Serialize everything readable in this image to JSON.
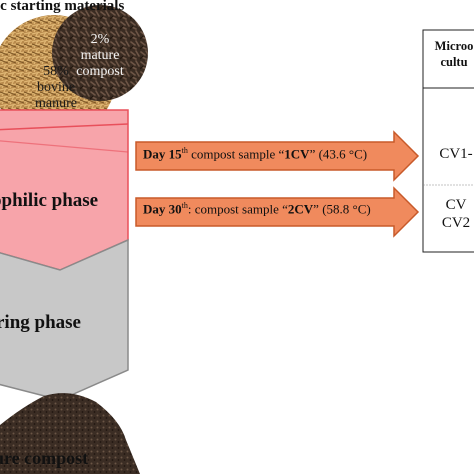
{
  "title": "ic starting materials",
  "materials": {
    "left": {
      "line1": "58%",
      "line2": "bovine",
      "line3": "manure"
    },
    "right": {
      "line1": "2%",
      "line2": "mature",
      "line3": "compost"
    }
  },
  "phases": {
    "thermophilic": "ophilic phase",
    "cooling": "ring phase"
  },
  "final_product": "ure compost",
  "arrows": [
    {
      "day": "Day 15",
      "sup": "th",
      "rest": " compost sample “",
      "code": "1CV",
      "temp": "” (43.6 °C)"
    },
    {
      "day": "Day 30",
      "sup": "th",
      "rest": ": compost sample “",
      "code": "2CV",
      "temp": "” (58.8 °C)"
    }
  ],
  "table": {
    "header_line1": "Microo",
    "header_line2": "cultu",
    "row1": "CV1-",
    "row2_line1": "CV",
    "row2_line2": "CV2"
  },
  "colors": {
    "thermophilic_fill": "#f7a4aa",
    "thermophilic_stroke": "#e8505b",
    "cooling_fill": "#c8c8c8",
    "cooling_stroke": "#8a8a8a",
    "arrow_fill": "#f08a5d",
    "arrow_stroke": "#c85a2a"
  }
}
